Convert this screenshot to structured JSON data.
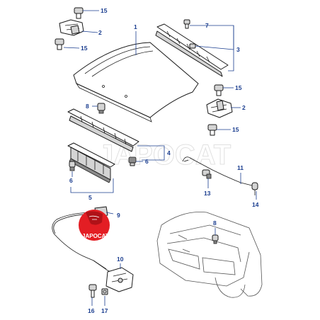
{
  "watermark": "JAPOCAT",
  "logo": {
    "text": "JAPOCAT",
    "color": "#e31e24"
  },
  "colors": {
    "callout": "#1a3d8f",
    "line": "#1a1a1a"
  },
  "callouts": [
    {
      "id": "c15a",
      "label": "15"
    },
    {
      "id": "c2a",
      "label": "2"
    },
    {
      "id": "c15b",
      "label": "15"
    },
    {
      "id": "c1",
      "label": "1"
    },
    {
      "id": "c7",
      "label": "7"
    },
    {
      "id": "c3",
      "label": "3"
    },
    {
      "id": "c15c",
      "label": "15"
    },
    {
      "id": "c2b",
      "label": "2"
    },
    {
      "id": "c15d",
      "label": "15"
    },
    {
      "id": "c8a",
      "label": "8"
    },
    {
      "id": "c4",
      "label": "4"
    },
    {
      "id": "c6a",
      "label": "6"
    },
    {
      "id": "c6b",
      "label": "6"
    },
    {
      "id": "c5",
      "label": "5"
    },
    {
      "id": "c11",
      "label": "11"
    },
    {
      "id": "c13",
      "label": "13"
    },
    {
      "id": "c14",
      "label": "14"
    },
    {
      "id": "c9",
      "label": "9"
    },
    {
      "id": "c8b",
      "label": "8"
    },
    {
      "id": "c10",
      "label": "10"
    },
    {
      "id": "c16",
      "label": "16"
    },
    {
      "id": "c17",
      "label": "17"
    }
  ]
}
